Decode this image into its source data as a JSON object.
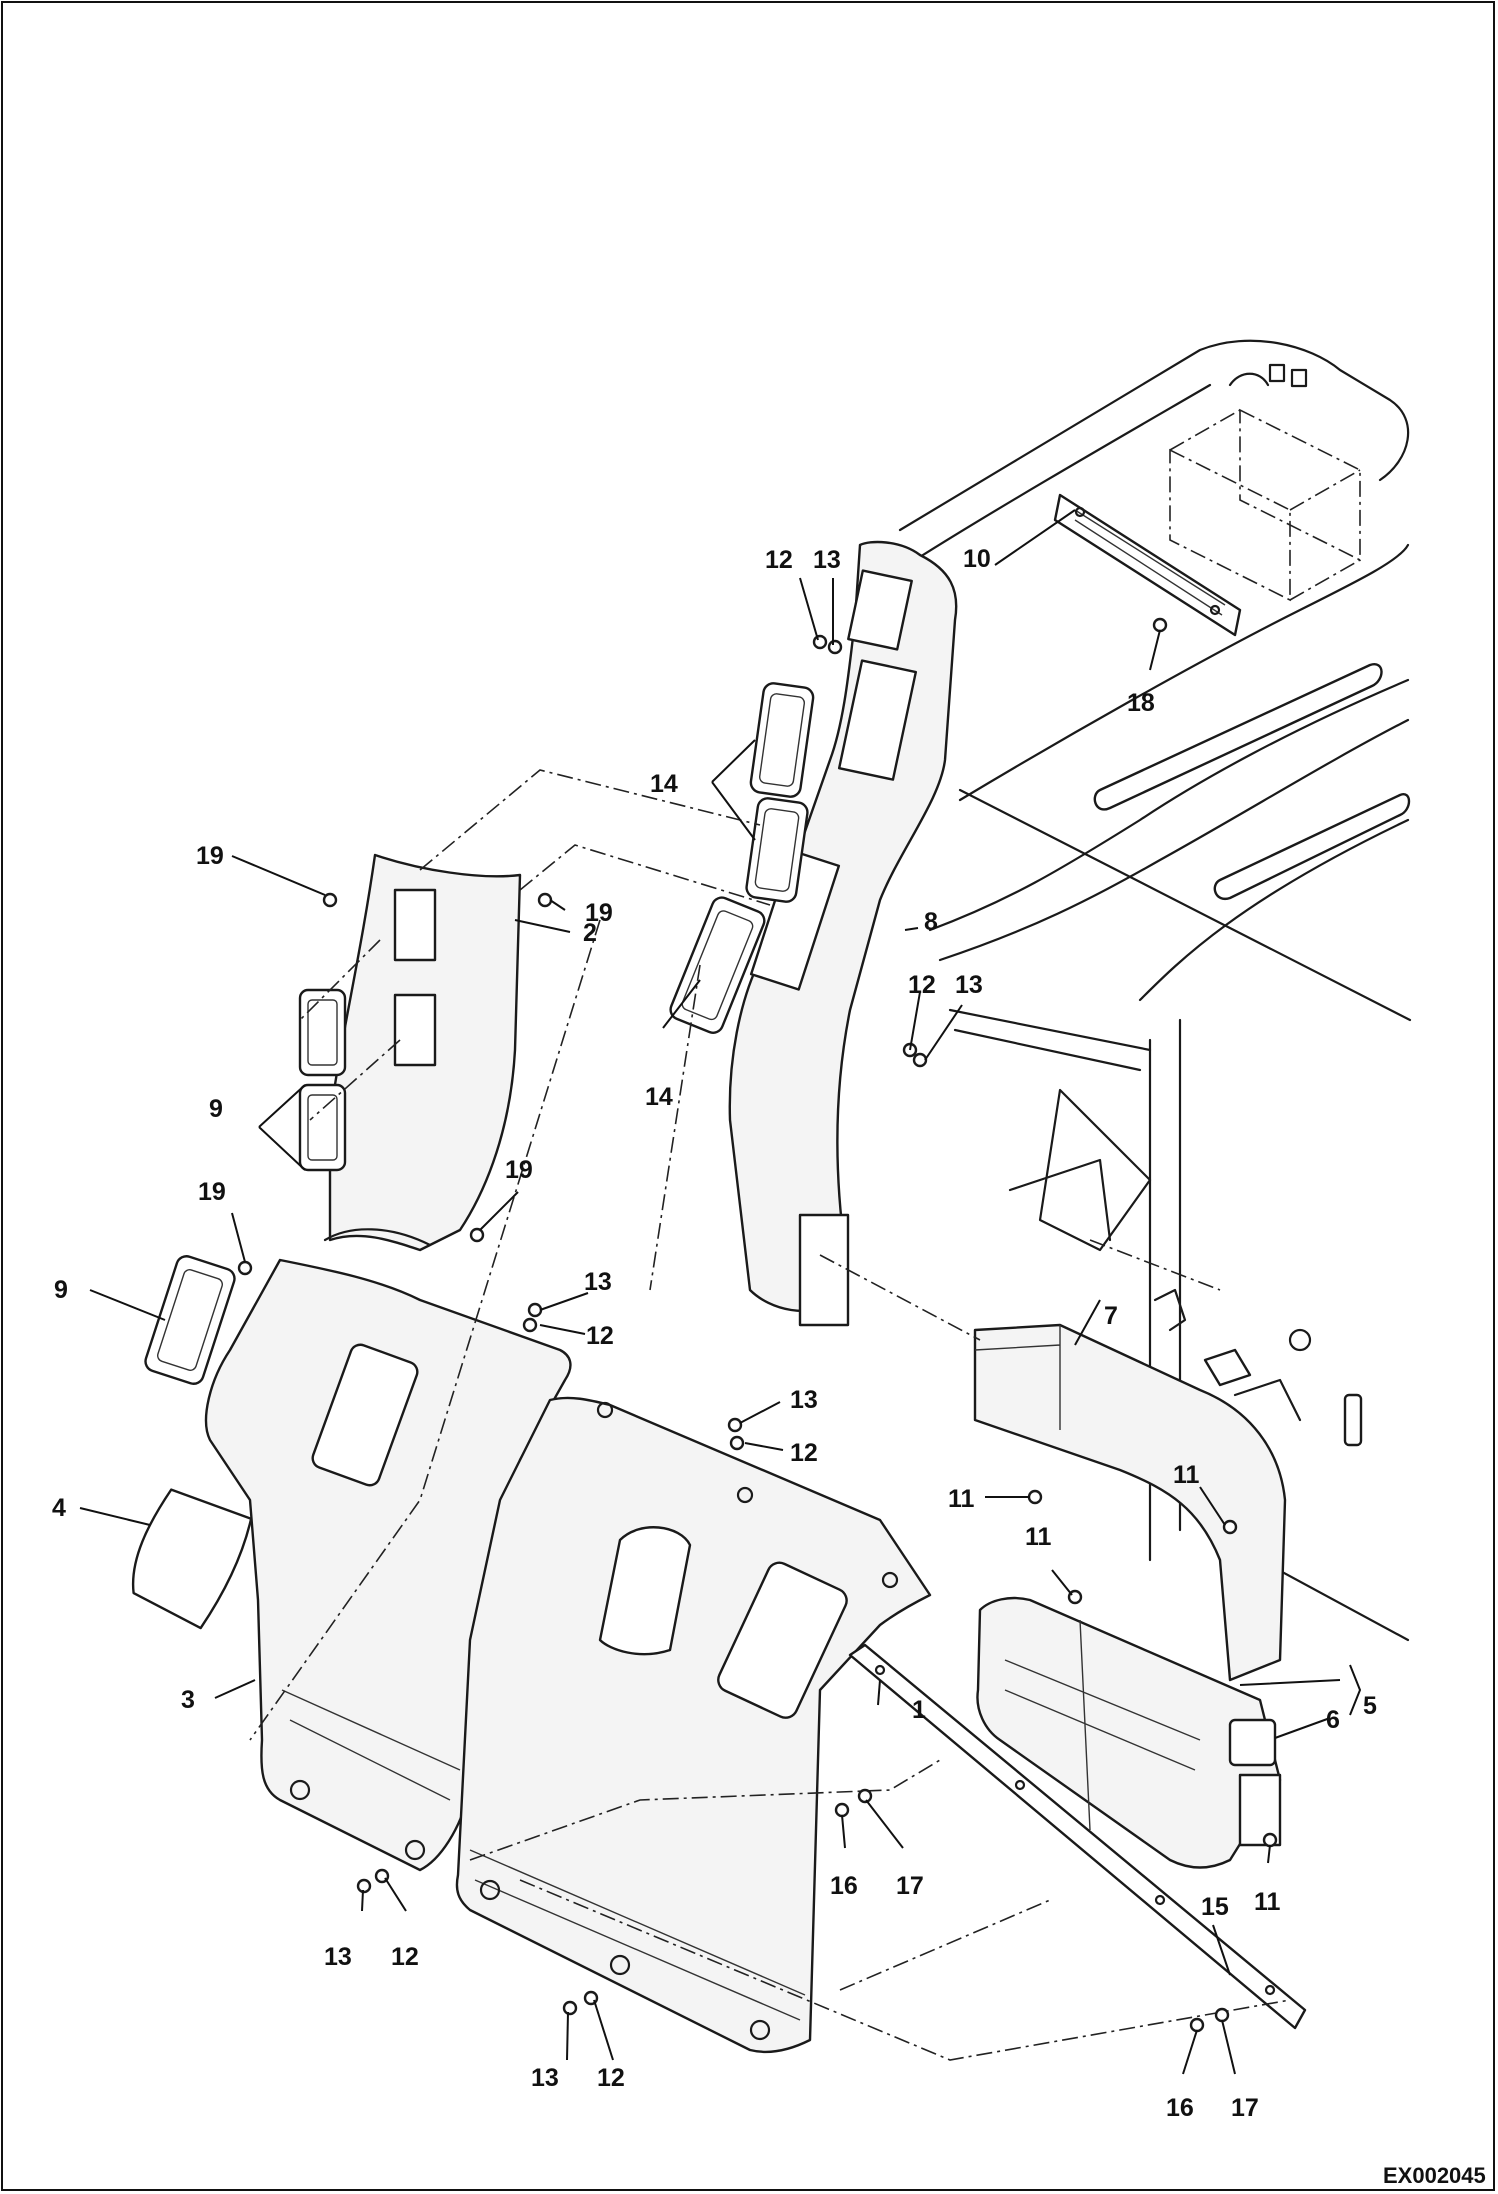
{
  "drawing_id": "EX002045",
  "callouts": [
    {
      "id": "c1",
      "label": "1"
    },
    {
      "id": "c2",
      "label": "2"
    },
    {
      "id": "c3",
      "label": "3"
    },
    {
      "id": "c4",
      "label": "4"
    },
    {
      "id": "c5",
      "label": "5"
    },
    {
      "id": "c6",
      "label": "6"
    },
    {
      "id": "c7",
      "label": "7"
    },
    {
      "id": "c8",
      "label": "8"
    },
    {
      "id": "c9a",
      "label": "9"
    },
    {
      "id": "c9b",
      "label": "9"
    },
    {
      "id": "c10",
      "label": "10"
    },
    {
      "id": "c11a",
      "label": "11"
    },
    {
      "id": "c11b",
      "label": "11"
    },
    {
      "id": "c11c",
      "label": "11"
    },
    {
      "id": "c11d",
      "label": "11"
    },
    {
      "id": "c12a",
      "label": "12"
    },
    {
      "id": "c12b",
      "label": "12"
    },
    {
      "id": "c12c",
      "label": "12"
    },
    {
      "id": "c12d",
      "label": "12"
    },
    {
      "id": "c12e",
      "label": "12"
    },
    {
      "id": "c12f",
      "label": "12"
    },
    {
      "id": "c13a",
      "label": "13"
    },
    {
      "id": "c13b",
      "label": "13"
    },
    {
      "id": "c13c",
      "label": "13"
    },
    {
      "id": "c13d",
      "label": "13"
    },
    {
      "id": "c13e",
      "label": "13"
    },
    {
      "id": "c13f",
      "label": "13"
    },
    {
      "id": "c14a",
      "label": "14"
    },
    {
      "id": "c14b",
      "label": "14"
    },
    {
      "id": "c15",
      "label": "15"
    },
    {
      "id": "c16a",
      "label": "16"
    },
    {
      "id": "c16b",
      "label": "16"
    },
    {
      "id": "c17a",
      "label": "17"
    },
    {
      "id": "c17b",
      "label": "17"
    },
    {
      "id": "c18",
      "label": "18"
    },
    {
      "id": "c19a",
      "label": "19"
    },
    {
      "id": "c19b",
      "label": "19"
    },
    {
      "id": "c19c",
      "label": "19"
    },
    {
      "id": "c19d",
      "label": "19"
    }
  ]
}
